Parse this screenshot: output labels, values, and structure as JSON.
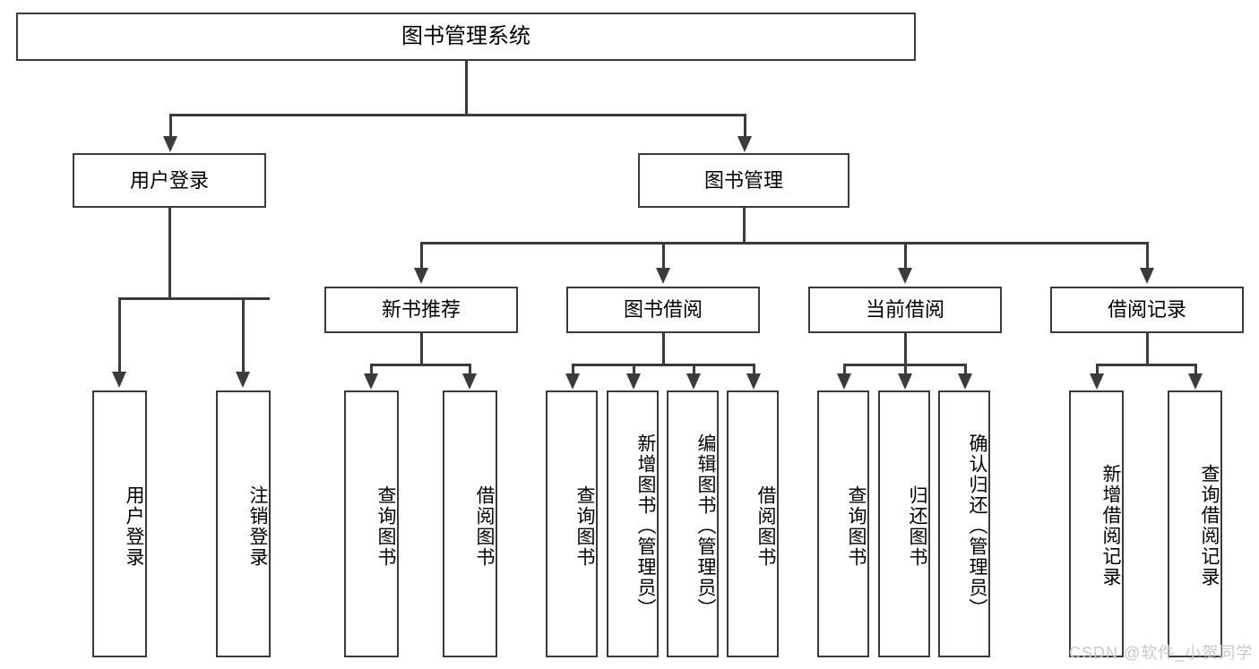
{
  "diagram": {
    "type": "tree-hierarchy",
    "title": "图书管理系统",
    "watermark": "CSDN @软件_小贺同学",
    "colors": {
      "stroke": "#3b3b3b",
      "fill": "#ffffff",
      "text": "#000000",
      "watermark": "#c9c9c9"
    },
    "root": {
      "label": "图书管理系统"
    },
    "tier2": [
      {
        "label": "用户登录"
      },
      {
        "label": "图书管理"
      }
    ],
    "tier3": [
      {
        "label": "新书推荐"
      },
      {
        "label": "图书借阅"
      },
      {
        "label": "当前借阅"
      },
      {
        "label": "借阅记录"
      }
    ],
    "leaves": {
      "user_login": [
        {
          "label": "用户登录"
        },
        {
          "label": "注销登录"
        }
      ],
      "new_book_recommend": [
        {
          "label": "查询图书"
        },
        {
          "label": "借阅图书"
        }
      ],
      "book_borrow": [
        {
          "label": "查询图书"
        },
        {
          "label": "新增图书（管理员）"
        },
        {
          "label": "编辑图书（管理员）"
        },
        {
          "label": "借阅图书"
        }
      ],
      "current_borrow": [
        {
          "label": "查询图书"
        },
        {
          "label": "归还图书"
        },
        {
          "label": "确认归还（管理员）"
        }
      ],
      "borrow_record": [
        {
          "label": "新增借阅记录"
        },
        {
          "label": "查询借阅记录"
        }
      ]
    }
  }
}
